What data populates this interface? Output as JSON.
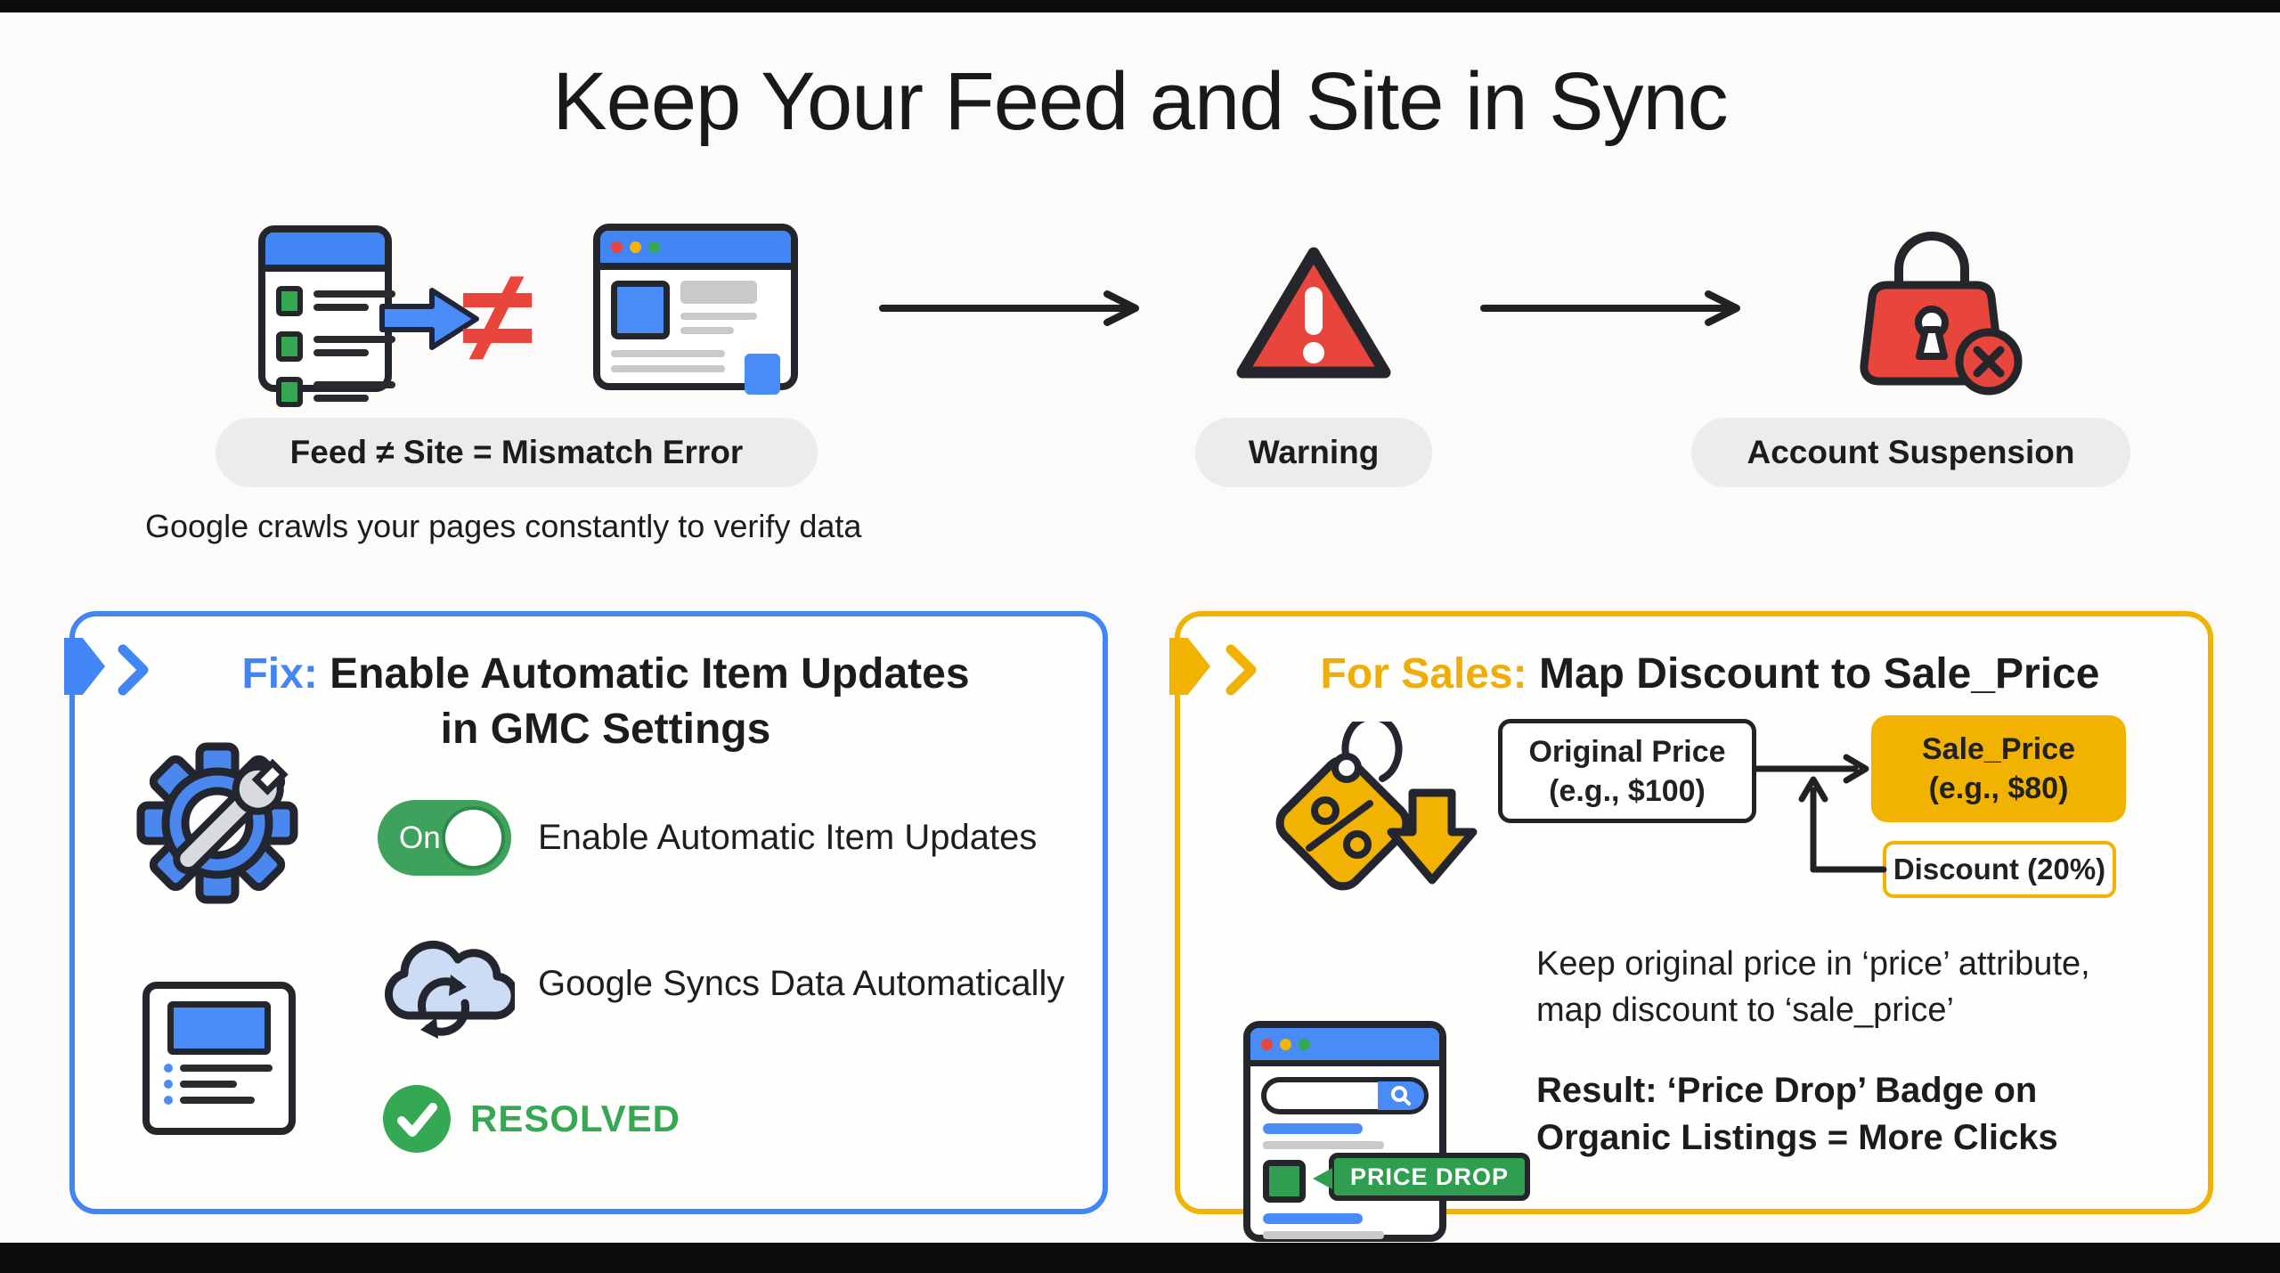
{
  "page": {
    "title": "Keep Your Feed and Site in Sync"
  },
  "colors": {
    "accent_blue": "#4285F4",
    "accent_gold": "#F2B202",
    "alert_red": "#E8453C",
    "success_green": "#34A853"
  },
  "flow": {
    "neq_symbol": "≠",
    "mismatch_label": "Feed ≠ Site = Mismatch Error",
    "crawl_note": "Google crawls your pages constantly to verify data",
    "warning_label": "Warning",
    "suspension_label": "Account Suspension"
  },
  "fix_box": {
    "prefix": "Fix:",
    "title_line1": "Enable Automatic Item Updates",
    "title_line2": "in GMC Settings",
    "toggle_state": "On",
    "toggle_text": "Enable Automatic Item Updates",
    "sync_text": "Google Syncs Data Automatically",
    "resolved_text": "RESOLVED"
  },
  "sales_box": {
    "prefix": "For Sales:",
    "title": "Map Discount to Sale_Price",
    "original_price": {
      "line1": "Original Price",
      "line2": "(e.g., $100)"
    },
    "sale_price": {
      "line1": "Sale_Price",
      "line2": "(e.g., $80)"
    },
    "discount_label": "Discount (20%)",
    "badge_label": "PRICE DROP",
    "note_line1": "Keep original price in ‘price’ attribute,",
    "note_line2": "map discount to ‘sale_price’",
    "result_line1": "Result: ‘Price Drop’ Badge on",
    "result_line2": "Organic Listings = More Clicks"
  }
}
